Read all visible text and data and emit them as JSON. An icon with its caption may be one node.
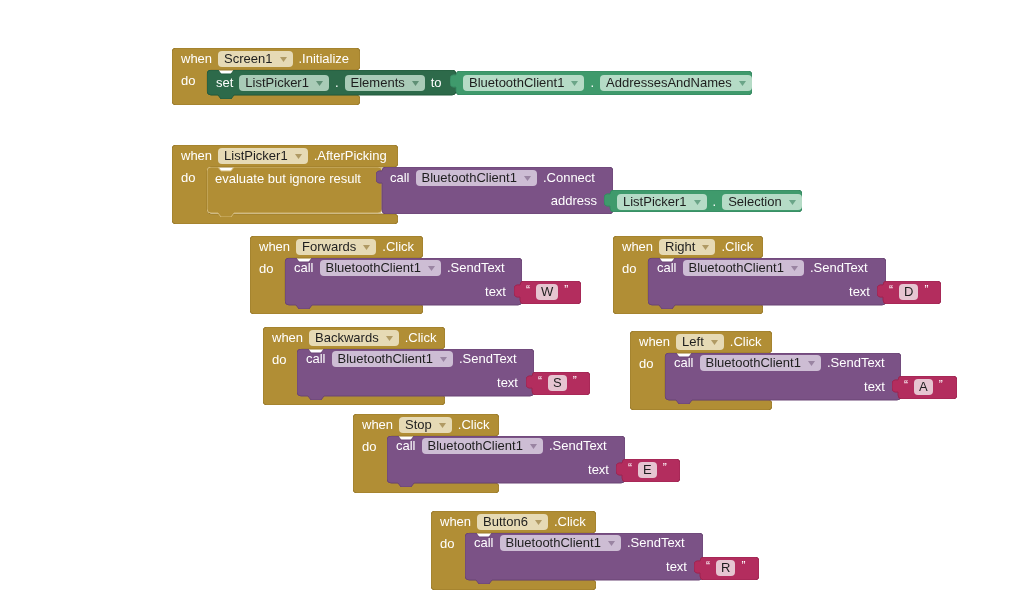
{
  "diagram": {
    "nodes": [
      {
        "text": [
          "when",
          ".Initialize",
          "do"
        ]
      },
      {
        "text": [
          "Screen1"
        ],
        "in": 0
      },
      {
        "text": [
          "set",
          ".",
          "to"
        ]
      },
      {
        "text": [
          "ListPicker1"
        ],
        "in": 2
      },
      {
        "text": [
          "Elements"
        ],
        "in": 2
      },
      {
        "text": [
          "."
        ]
      },
      {
        "text": [
          "BluetoothClient1"
        ],
        "in": 5
      },
      {
        "text": [
          "AddressesAndNames"
        ],
        "in": 5
      },
      {
        "text": [
          "when",
          ".AfterPicking",
          "do"
        ]
      },
      {
        "text": [
          "ListPicker1"
        ],
        "in": 8
      },
      {
        "text": [
          "evaluate but ignore result"
        ]
      },
      {
        "text": [
          "call",
          ".Connect",
          "address"
        ]
      },
      {
        "text": [
          "BluetoothClient1"
        ],
        "in": 11
      },
      {
        "text": [
          "."
        ]
      },
      {
        "text": [
          "ListPicker1"
        ],
        "in": 13
      },
      {
        "text": [
          "Selection"
        ],
        "in": 13
      },
      {
        "text": [
          "when",
          ".Click",
          "do"
        ]
      },
      {
        "text": [
          "Forwards"
        ],
        "in": 16
      },
      {
        "text": [
          "call",
          ".SendText",
          "text"
        ]
      },
      {
        "text": [
          "BluetoothClient1"
        ],
        "in": 18
      },
      {
        "text": [
          "“",
          "”"
        ]
      },
      {
        "text": [
          "W"
        ],
        "in": 20
      },
      {
        "text": [
          "when",
          ".Click",
          "do"
        ]
      },
      {
        "text": [
          "Right"
        ],
        "in": 22
      },
      {
        "text": [
          "call",
          ".SendText",
          "text"
        ]
      },
      {
        "text": [
          "BluetoothClient1"
        ],
        "in": 24
      },
      {
        "text": [
          "“",
          "”"
        ]
      },
      {
        "text": [
          "D"
        ],
        "in": 26
      },
      {
        "text": [
          "when",
          ".Click",
          "do"
        ]
      },
      {
        "text": [
          "Backwards"
        ],
        "in": 28
      },
      {
        "text": [
          "call",
          ".SendText",
          "text"
        ]
      },
      {
        "text": [
          "BluetoothClient1"
        ],
        "in": 30
      },
      {
        "text": [
          "“",
          "”"
        ]
      },
      {
        "text": [
          "S"
        ],
        "in": 32
      },
      {
        "text": [
          "when",
          ".Click",
          "do"
        ]
      },
      {
        "text": [
          "Left"
        ],
        "in": 34
      },
      {
        "text": [
          "call",
          ".SendText",
          "text"
        ]
      },
      {
        "text": [
          "BluetoothClient1"
        ],
        "in": 36
      },
      {
        "text": [
          "“",
          "”"
        ]
      },
      {
        "text": [
          "A"
        ],
        "in": 38
      },
      {
        "text": [
          "when",
          ".Click",
          "do"
        ]
      },
      {
        "text": [
          "Stop"
        ],
        "in": 40
      },
      {
        "text": [
          "call",
          ".SendText",
          "text"
        ]
      },
      {
        "text": [
          "BluetoothClient1"
        ],
        "in": 42
      },
      {
        "text": [
          "“",
          "”"
        ]
      },
      {
        "text": [
          "E"
        ],
        "in": 44
      },
      {
        "text": [
          "when",
          ".Click",
          "do"
        ]
      },
      {
        "text": [
          "Button6"
        ],
        "in": 46
      },
      {
        "text": [
          "call",
          ".SendText",
          "text"
        ]
      },
      {
        "text": [
          "BluetoothClient1"
        ],
        "in": 48
      },
      {
        "text": [
          "“",
          "”"
        ]
      },
      {
        "text": [
          "R"
        ],
        "in": 50
      }
    ]
  }
}
